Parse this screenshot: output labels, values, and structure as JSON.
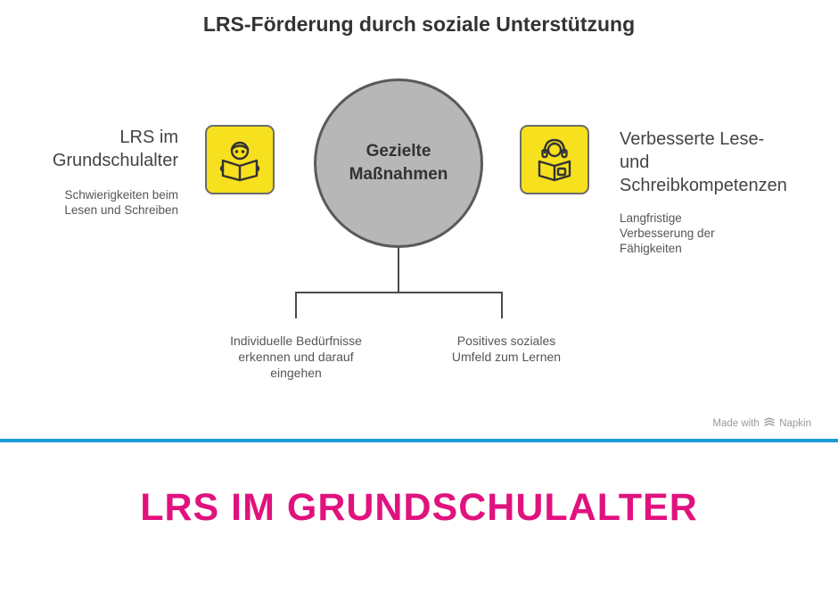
{
  "diagram": {
    "title": "LRS-Förderung durch soziale Unterstützung",
    "center": {
      "line1": "Gezielte",
      "line2": "Maßnahmen"
    },
    "left": {
      "heading_line1": "LRS im",
      "heading_line2": "Grundschulalter",
      "detail_line1": "Schwierigkeiten beim",
      "detail_line2": "Lesen und Schreiben",
      "icon": "reading-child-icon"
    },
    "right": {
      "heading_line1": "Verbesserte Lese-",
      "heading_line2": "und",
      "heading_line3": "Schreibkompetenzen",
      "detail_line1": "Langfristige",
      "detail_line2": "Verbesserung der",
      "detail_line3": "Fähigkeiten",
      "icon": "headphones-reader-icon"
    },
    "branches": [
      {
        "line1": "Individuelle Bedürfnisse",
        "line2": "erkennen und darauf",
        "line3": "eingehen"
      },
      {
        "line1": "Positives soziales",
        "line2": "Umfeld zum Lernen"
      }
    ],
    "credit_prefix": "Made with",
    "credit_brand": "Napkin",
    "colors": {
      "icon_fill": "#f7e01e",
      "circle_fill": "#b7b7b7",
      "line": "#4a4a4a"
    }
  },
  "section": {
    "heading": "LRS IM GRUNDSCHULALTER",
    "divider_color": "#1c9bd6",
    "heading_color": "#e0127e"
  }
}
